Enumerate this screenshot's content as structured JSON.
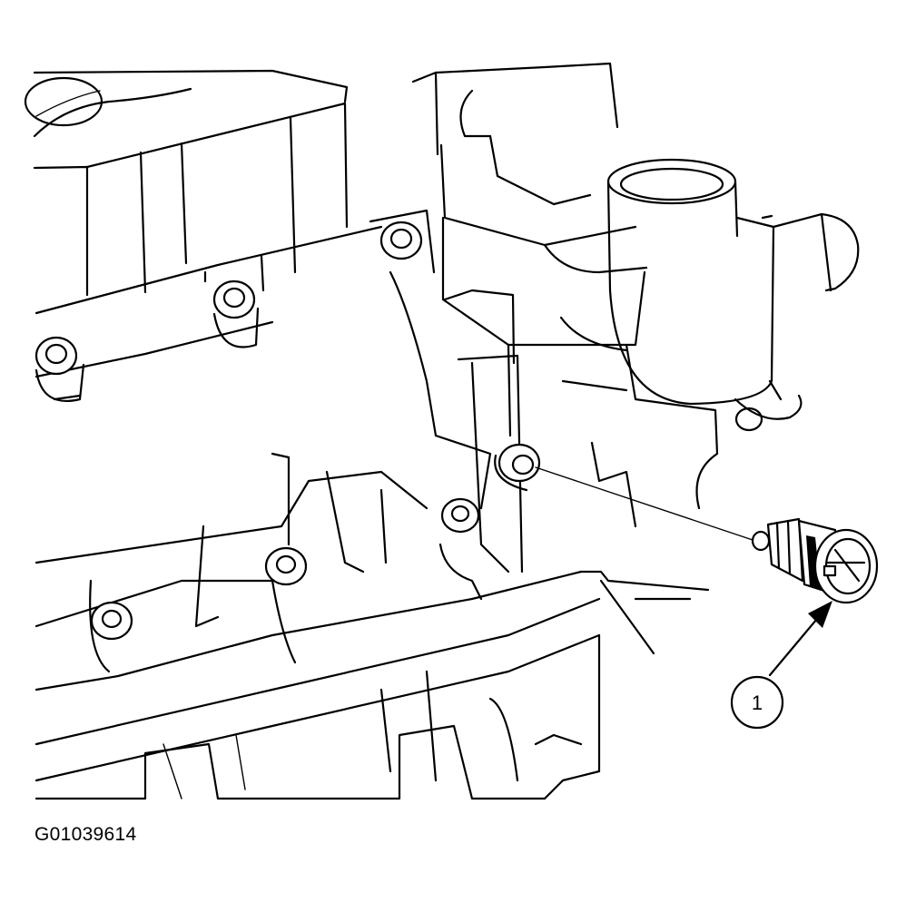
{
  "figure": {
    "id_label": "G01039614",
    "callout_number": "1"
  },
  "icons": [
    "engine-block-drawing",
    "sensor-part-drawing",
    "callout-arrow-icon"
  ]
}
